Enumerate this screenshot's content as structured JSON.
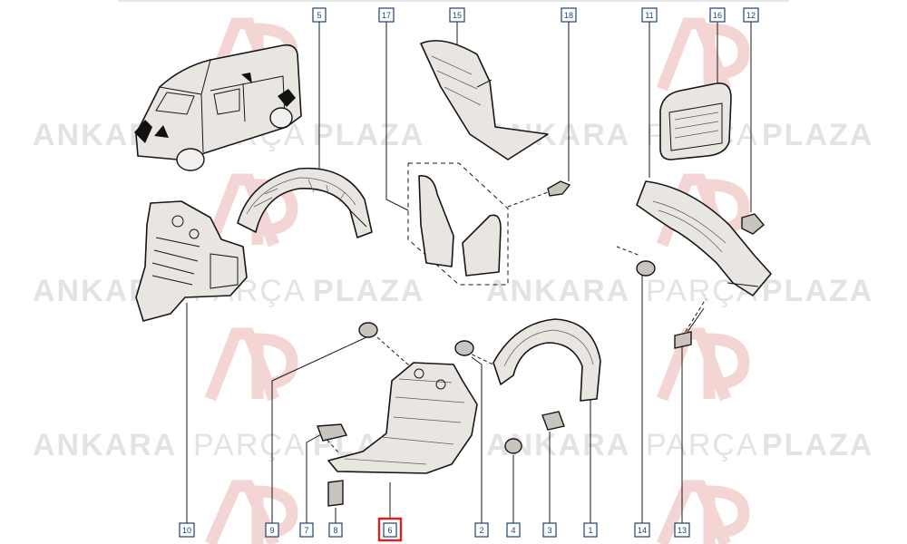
{
  "watermark": {
    "brand_bold_1": "ANKARA",
    "brand_light": "PARÇA",
    "brand_bold_2": "PLAZA",
    "logo_letters": "AP",
    "text_color": "#e3e3e3",
    "logo_color": "#f3d5d3"
  },
  "callouts": {
    "top": [
      "5",
      "17",
      "15",
      "18",
      "11",
      "16",
      "12"
    ],
    "bottom": [
      "10",
      "9",
      "7",
      "8",
      "6",
      "2",
      "4",
      "3",
      "1",
      "14",
      "13"
    ]
  },
  "highlight": {
    "label": "6",
    "color": "#e01e1e"
  },
  "colors": {
    "callout_border": "#1f3f78",
    "line": "#161616"
  }
}
